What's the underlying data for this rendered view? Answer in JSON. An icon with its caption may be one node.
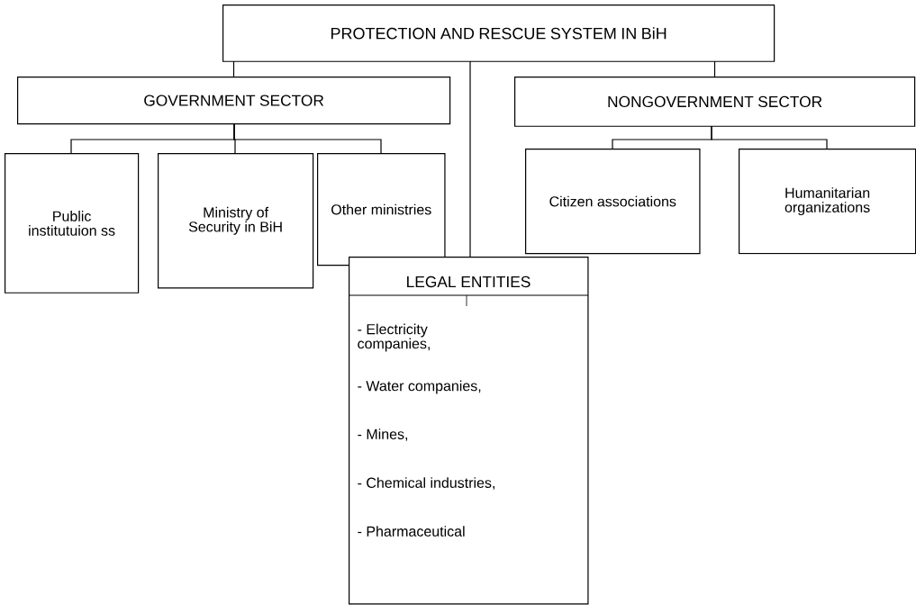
{
  "diagram": {
    "nodes": [
      {
        "text": [
          "PROTECTION AND RESCUE SYSTEM IN BiH"
        ]
      },
      {
        "text": [
          "GOVERNMENT SECTOR"
        ]
      },
      {
        "text": [
          "NONGOVERNMENT SECTOR"
        ]
      },
      {
        "text": [
          "Public institutuion ss"
        ]
      },
      {
        "text": [
          "Ministry of Security in BiH"
        ]
      },
      {
        "text": [
          "Other ministries"
        ]
      },
      {
        "text": [
          "Citizen associations"
        ]
      },
      {
        "text": [
          "Humanitarian organizations"
        ]
      },
      {
        "text": [
          "LEGAL ENTITIES",
          "- Electricity companies,",
          "- Water companies,",
          "- Mines,",
          "- Chemical industries,",
          "- Pharmaceutical"
        ]
      }
    ],
    "edges": [
      {
        "from": 0,
        "to": 1,
        "arrow": "none"
      },
      {
        "from": 0,
        "to": 2,
        "arrow": "none"
      },
      {
        "from": 0,
        "to": 8,
        "arrow": "none"
      },
      {
        "from": 1,
        "to": 3,
        "arrow": "none"
      },
      {
        "from": 1,
        "to": 4,
        "arrow": "none"
      },
      {
        "from": 1,
        "to": 5,
        "arrow": "none"
      },
      {
        "from": 2,
        "to": 6,
        "arrow": "none"
      },
      {
        "from": 2,
        "to": 7,
        "arrow": "none"
      }
    ]
  }
}
